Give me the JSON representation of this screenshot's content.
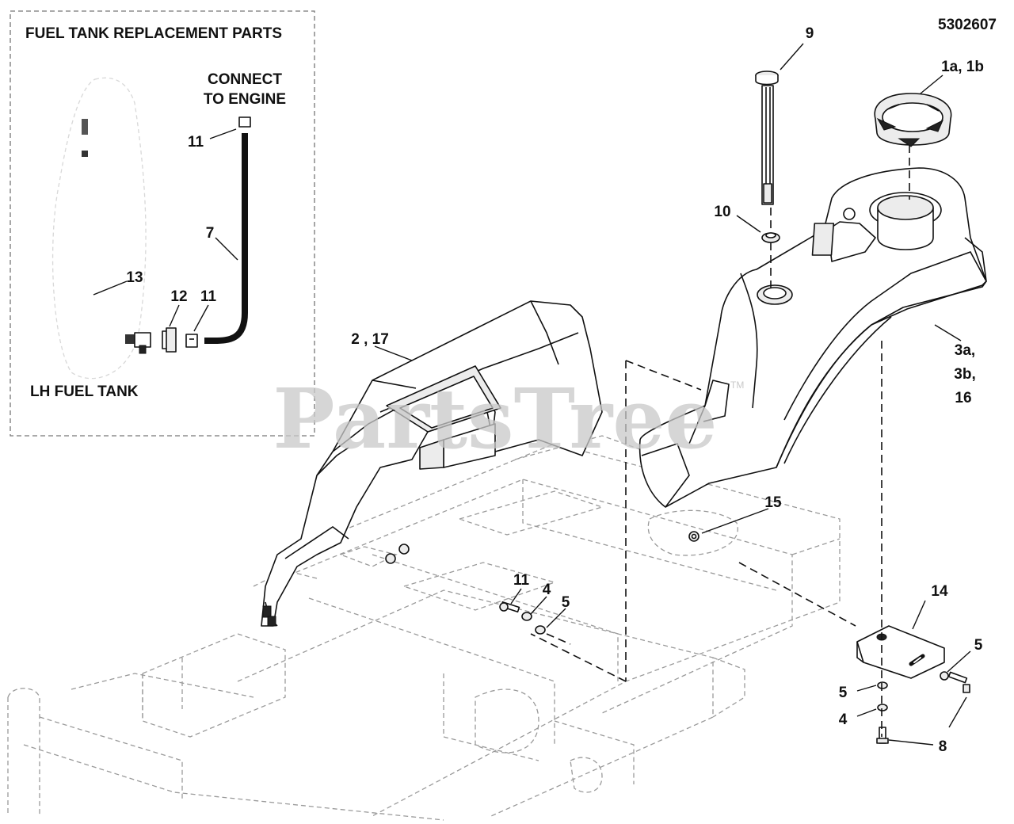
{
  "diagram_id": "5302607",
  "inset": {
    "title": "FUEL TANK REPLACEMENT PARTS",
    "connect_label": "CONNECT\nTO ENGINE",
    "tank_label": "LH FUEL TANK",
    "callouts": [
      "11",
      "7",
      "13",
      "12",
      "11"
    ]
  },
  "callouts": [
    "9",
    "1a, 1b",
    "10",
    "2 , 17",
    "3a,",
    "3b,",
    "16",
    "15",
    "11",
    "4",
    "5",
    "14",
    "5",
    "5",
    "4",
    "8"
  ],
  "watermark": "PartsTree",
  "trademark": "TM"
}
